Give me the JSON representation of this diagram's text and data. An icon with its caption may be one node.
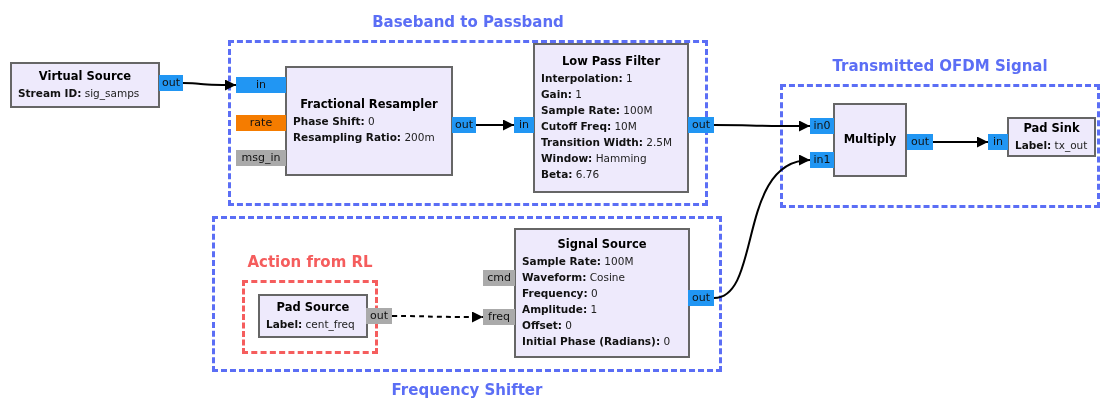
{
  "diagram": {
    "nodes": [
      {
        "text": [
          "Virtual Source",
          "**Stream ID:** sig_samps"
        ]
      },
      {
        "text": [
          "out"
        ]
      },
      {
        "text": [
          "Baseband to Passband"
        ]
      },
      {
        "text": [
          "in"
        ],
        "in": 2
      },
      {
        "text": [
          "rate"
        ],
        "in": 2
      },
      {
        "text": [
          "msg_in"
        ],
        "in": 2
      },
      {
        "text": [
          "Fractional Resampler",
          "**Phase Shift:** 0",
          "**Resampling Ratio:** 200m"
        ],
        "in": 2
      },
      {
        "text": [
          "out"
        ],
        "in": 2
      },
      {
        "text": [
          "in"
        ],
        "in": 2
      },
      {
        "text": [
          "Low Pass Filter",
          "**Interpolation:** 1",
          "**Gain:** 1",
          "**Sample Rate:** 100M",
          "**Cutoff Freq:** 10M",
          "**Transition Width:** 2.5M",
          "**Window:** Hamming",
          "**Beta:** 6.76"
        ],
        "in": 2
      },
      {
        "text": [
          "out"
        ]
      },
      {
        "text": [
          "Transmitted OFDM Signal"
        ]
      },
      {
        "text": [
          "in0"
        ],
        "in": 11
      },
      {
        "text": [
          "in1"
        ],
        "in": 11
      },
      {
        "text": [
          "Multiply"
        ],
        "in": 11
      },
      {
        "text": [
          "out"
        ],
        "in": 11
      },
      {
        "text": [
          "in"
        ],
        "in": 11
      },
      {
        "text": [
          "Pad Sink",
          "**Label:** tx_out"
        ],
        "in": 11
      },
      {
        "text": [
          "Frequency Shifter"
        ]
      },
      {
        "text": [
          "Action from RL"
        ],
        "in": 18
      },
      {
        "text": [
          "Pad Source",
          "**Label:** cent_freq"
        ],
        "in": 19
      },
      {
        "text": [
          "out"
        ],
        "in": 18
      },
      {
        "text": [
          "cmd"
        ],
        "in": 18
      },
      {
        "text": [
          "freq"
        ],
        "in": 18
      },
      {
        "text": [
          "Signal Source",
          "**Sample Rate:** 100M",
          "**Waveform:** Cosine",
          "**Frequency:** 0",
          "**Amplitude:** 1",
          "**Offset:** 0",
          "**Initial Phase (Radians):** 0"
        ],
        "in": 18
      },
      {
        "text": [
          "out"
        ],
        "in": 18
      }
    ],
    "edges": [
      {
        "from": 1,
        "to": 3,
        "arrow": "to"
      },
      {
        "from": 7,
        "to": 8,
        "arrow": "to"
      },
      {
        "from": 10,
        "to": 12,
        "arrow": "to"
      },
      {
        "from": 25,
        "to": 13,
        "arrow": "to"
      },
      {
        "from": 15,
        "to": 16,
        "arrow": "to"
      },
      {
        "from": 21,
        "to": 23,
        "arrow": "to",
        "style": "dashed"
      }
    ]
  }
}
